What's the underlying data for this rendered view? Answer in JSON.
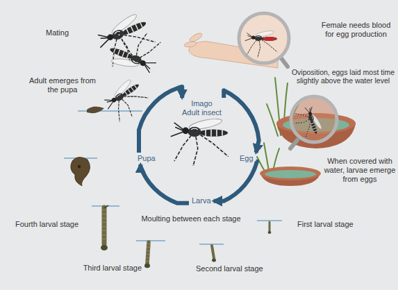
{
  "diagram": {
    "nodes": [
      {
        "text": [
          "Imago",
          "Adult insect"
        ]
      },
      {
        "text": [
          "Egg"
        ]
      },
      {
        "text": [
          "Larva"
        ]
      },
      {
        "text": [
          "Pupa"
        ]
      }
    ],
    "edges": [
      {
        "from": 0,
        "to": 1,
        "arrow": "to"
      },
      {
        "from": 1,
        "to": 2,
        "arrow": "to"
      },
      {
        "from": 2,
        "to": 3,
        "arrow": "to"
      },
      {
        "from": 3,
        "to": 0,
        "arrow": "to"
      }
    ],
    "labels": [
      "Mating",
      "Female needs blood for egg production",
      "Adult emerges from the pupa",
      "Oviposition, eggs laid most time slightly above the water level",
      "When covered with water, larvae emerge from eggs",
      "Moulting between each stage",
      "Fourth larval stage",
      "First larval stage",
      "Third larval stage",
      "Second larval stage"
    ]
  }
}
